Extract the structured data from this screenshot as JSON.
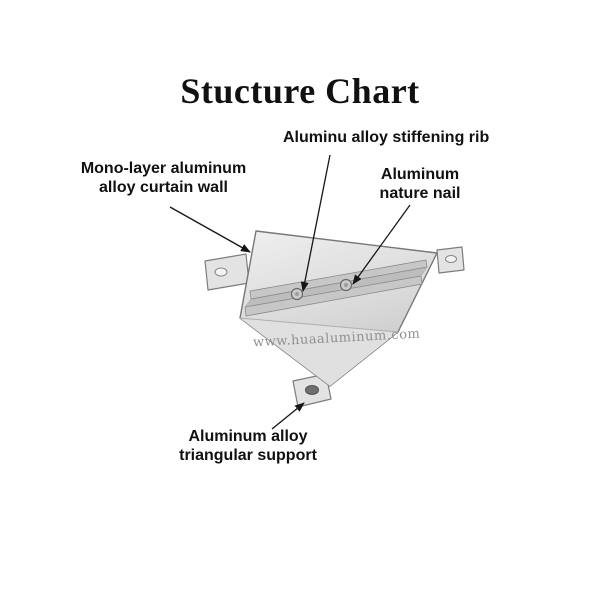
{
  "title": "Stucture Chart",
  "labels": {
    "stiffening_rib": "Aluminu alloy stiffening rib",
    "curtain_wall": "Mono-layer aluminum alloy curtain wall",
    "nature_nail": "Aluminum nature nail",
    "triangular_support": "Aluminum alloy triangular support"
  },
  "watermark": "www.huaaluminum.com",
  "colors": {
    "background": "#ffffff",
    "text": "#111111",
    "watermark": "#8f8f8f"
  }
}
